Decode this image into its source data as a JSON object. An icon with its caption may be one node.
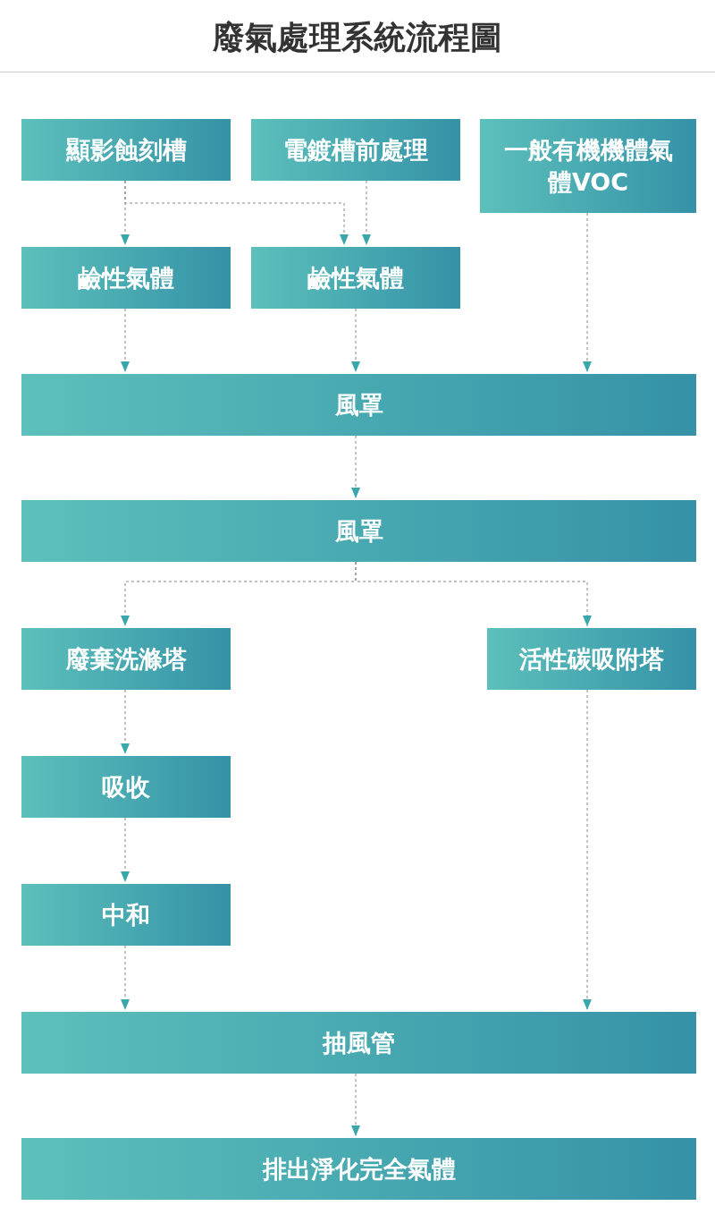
{
  "diagram": {
    "title": "廢氣處理系統流程圖",
    "nodes": [
      {
        "text": [
          "顯影蝕刻槽"
        ]
      },
      {
        "text": [
          "電鍍槽前處理"
        ]
      },
      {
        "text": [
          "一般有機機體氣體VOC"
        ]
      },
      {
        "text": [
          "鹼性氣體"
        ]
      },
      {
        "text": [
          "鹼性氣體"
        ]
      },
      {
        "text": [
          "風罩"
        ]
      },
      {
        "text": [
          "風罩"
        ]
      },
      {
        "text": [
          "廢棄洗滌塔"
        ]
      },
      {
        "text": [
          "活性碳吸附塔"
        ]
      },
      {
        "text": [
          "吸收"
        ]
      },
      {
        "text": [
          "中和"
        ]
      },
      {
        "text": [
          "抽風管"
        ]
      },
      {
        "text": [
          "排出淨化完全氣體"
        ]
      }
    ],
    "edges": [
      {
        "from": 0,
        "to": 3,
        "arrow": "to"
      },
      {
        "from": 0,
        "to": 4,
        "arrow": "to"
      },
      {
        "from": 1,
        "to": 4,
        "arrow": "to"
      },
      {
        "from": 2,
        "to": 5,
        "arrow": "to"
      },
      {
        "from": 3,
        "to": 5,
        "arrow": "to"
      },
      {
        "from": 4,
        "to": 5,
        "arrow": "to"
      },
      {
        "from": 5,
        "to": 6,
        "arrow": "to"
      },
      {
        "from": 6,
        "to": 7,
        "arrow": "to"
      },
      {
        "from": 6,
        "to": 8,
        "arrow": "to"
      },
      {
        "from": 7,
        "to": 9,
        "arrow": "to"
      },
      {
        "from": 9,
        "to": 10,
        "arrow": "to"
      },
      {
        "from": 10,
        "to": 11,
        "arrow": "to"
      },
      {
        "from": 8,
        "to": 11,
        "arrow": "to"
      },
      {
        "from": 11,
        "to": 12,
        "arrow": "to"
      }
    ]
  }
}
